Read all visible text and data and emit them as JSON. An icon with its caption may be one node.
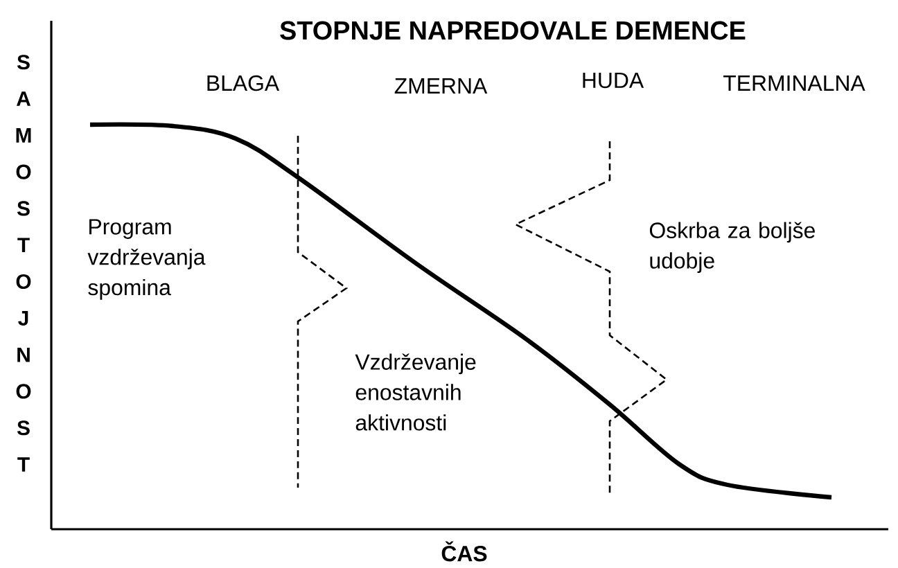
{
  "diagram": {
    "title": "STOPNJE NAPREDOVALE DEMENCE",
    "labels": [
      "SAMOSTOJNOST",
      "BLAGA",
      "ZMERNA",
      "HUDA",
      "TERMINALNA",
      "Program vzdrževanja spomina",
      "Oskrba za boljše udobje",
      "Vzdrževanje enostavnih aktivnosti",
      "ČAS"
    ]
  }
}
